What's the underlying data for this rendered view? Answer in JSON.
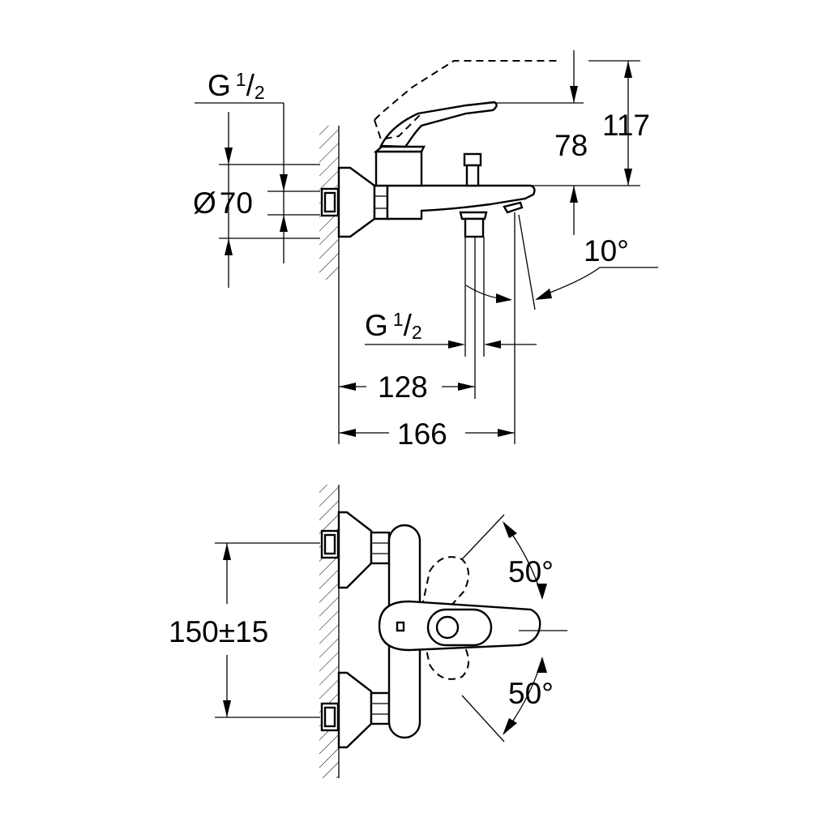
{
  "drawing": {
    "side_view": {
      "thread_inlet": {
        "prefix": "G",
        "numerator": "1",
        "denominator": "2"
      },
      "flange_diameter": {
        "symbol": "Ø",
        "value": "70"
      },
      "height_lever_raised": "117",
      "height_spout": "78",
      "spout_angle": "10°",
      "thread_outlet": {
        "prefix": "G",
        "numerator": "1",
        "denominator": "2"
      },
      "projection_outlet": "128",
      "projection_total": "166"
    },
    "front_view": {
      "centre_distance": "150±15",
      "lever_rotation_up": "50°",
      "lever_rotation_down": "50°"
    }
  }
}
